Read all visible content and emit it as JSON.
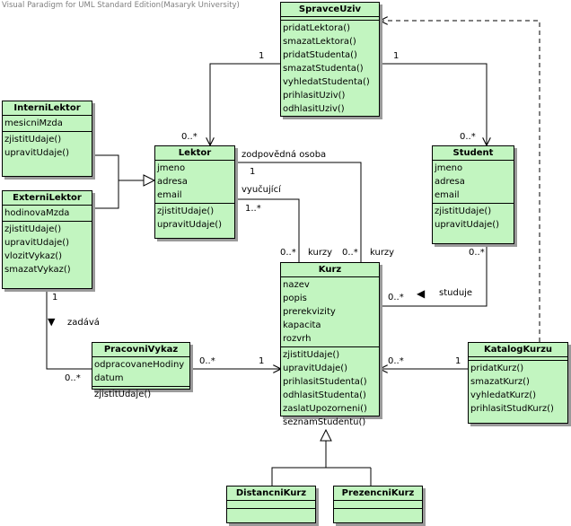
{
  "watermark": "Visual Paradigm for UML Standard Edition(Masaryk University)",
  "classes": {
    "spravceuziv": {
      "name": "SpravceUziv",
      "attributes": [],
      "operations": [
        "pridatLektora()",
        "smazatLektora()",
        "pridatStudenta()",
        "smazatStudenta()",
        "vyhledatStudenta()",
        "prihlasitUziv()",
        "odhlasitUziv()"
      ]
    },
    "internilektor": {
      "name": "InterniLektor",
      "attributes": [
        "mesicniMzda"
      ],
      "operations": [
        "zjistitUdaje()",
        "upravitUdaje()"
      ]
    },
    "externilektor": {
      "name": "ExterniLektor",
      "attributes": [
        "hodinovaMzda"
      ],
      "operations": [
        "zjistitUdaje()",
        "upravitUdaje()",
        "vlozitVykaz()",
        "smazatVykaz()"
      ]
    },
    "lektor": {
      "name": "Lektor",
      "attributes": [
        "jmeno",
        "adresa",
        "email"
      ],
      "operations": [
        "zjistitUdaje()",
        "upravitUdaje()"
      ]
    },
    "student": {
      "name": "Student",
      "attributes": [
        "jmeno",
        "adresa",
        "email"
      ],
      "operations": [
        "zjistitUdaje()",
        "upravitUdaje()"
      ]
    },
    "kurz": {
      "name": "Kurz",
      "attributes": [
        "nazev",
        "popis",
        "prerekvizity",
        "kapacita",
        "rozvrh"
      ],
      "operations": [
        "zjistitUdaje()",
        "upravitUdaje()",
        "prihlasitStudenta()",
        "odhlasitStudenta()",
        "zaslatUpozorneni()",
        "seznamStudentu()"
      ]
    },
    "pracovnivykaz": {
      "name": "PracovniVykaz",
      "attributes": [
        "odpracovaneHodiny",
        "datum"
      ],
      "operations": [
        "zjistitUdaje()"
      ]
    },
    "katalogkurzu": {
      "name": "KatalogKurzu",
      "attributes": [],
      "operations": [
        "pridatKurz()",
        "smazatKurz()",
        "vyhledatKurz()",
        "prihlasitStudKurz()"
      ]
    },
    "distancnikurz": {
      "name": "DistancniKurz",
      "attributes": [],
      "operations": []
    },
    "prezencnikurz": {
      "name": "PrezencniKurz",
      "attributes": [],
      "operations": []
    }
  },
  "labels": {
    "spr_lektor_1": "1",
    "spr_lektor_many": "0..*",
    "spr_student_1": "1",
    "spr_student_many": "0..*",
    "zodpovedna_osoba": "zodpovědná osoba",
    "zodp_1": "1",
    "vyucujici": "vyučující",
    "vyuc_mult": "1..*",
    "kurzy_many_1": "0..*",
    "kurzy_role_1": "kurzy",
    "kurzy_many_2": "0..*",
    "kurzy_role_2": "kurzy",
    "studuje": "studuje",
    "studuje_arrow": "◀",
    "stud_many_student": "0..*",
    "stud_many_kurz": "0..*",
    "zadava": "zadává",
    "zadava_arrow": "▼",
    "ext_1": "1",
    "ext_many": "0..*",
    "vykaz_many": "0..*",
    "vykaz_kurz_1": "1",
    "katalog_many": "0..*",
    "katalog_1": "1"
  }
}
